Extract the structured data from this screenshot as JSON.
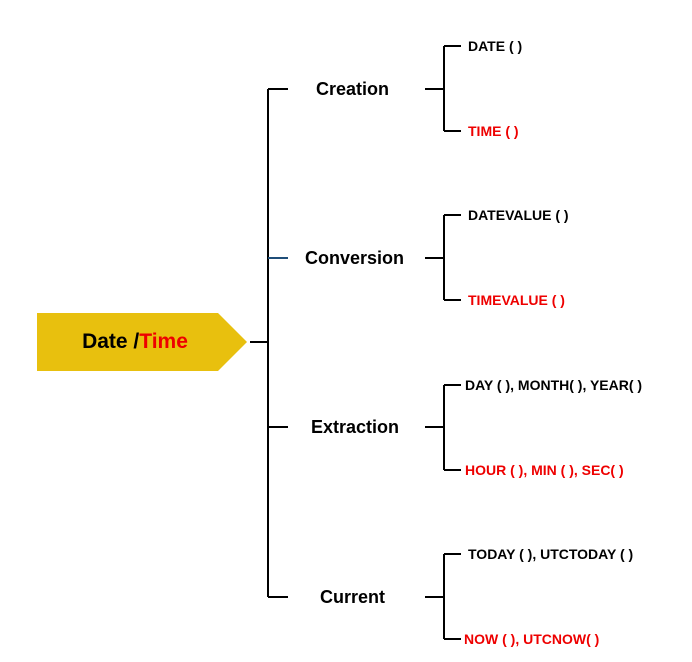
{
  "root": {
    "label_part1": "Date / ",
    "label_part2": "Time",
    "fill_color": "#E8C00E",
    "accent_red": "#EE0000"
  },
  "branches": [
    {
      "label": "Creation",
      "top": "DATE ( )",
      "bottom": "TIME ( )"
    },
    {
      "label": "Conversion",
      "top": "DATEVALUE ( )",
      "bottom": "TIMEVALUE ( )"
    },
    {
      "label": "Extraction",
      "top": "DAY ( ), MONTH( ), YEAR( )",
      "bottom": "HOUR ( ), MIN  ( ), SEC( )"
    },
    {
      "label": "Current",
      "top": "TODAY ( ), UTCTODAY ( )",
      "bottom": "NOW ( ), UTCNOW( )"
    }
  ]
}
